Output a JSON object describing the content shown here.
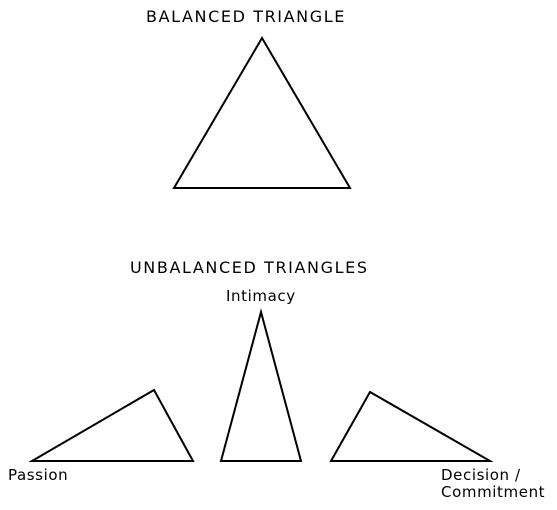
{
  "balanced": {
    "title": "BALANCED TRIANGLE"
  },
  "unbalanced": {
    "title": "UNBALANCED TRIANGLES",
    "labels": {
      "intimacy": "Intimacy",
      "passion": "Passion",
      "decision_line1": "Decision /",
      "decision_line2": "Commitment"
    }
  }
}
